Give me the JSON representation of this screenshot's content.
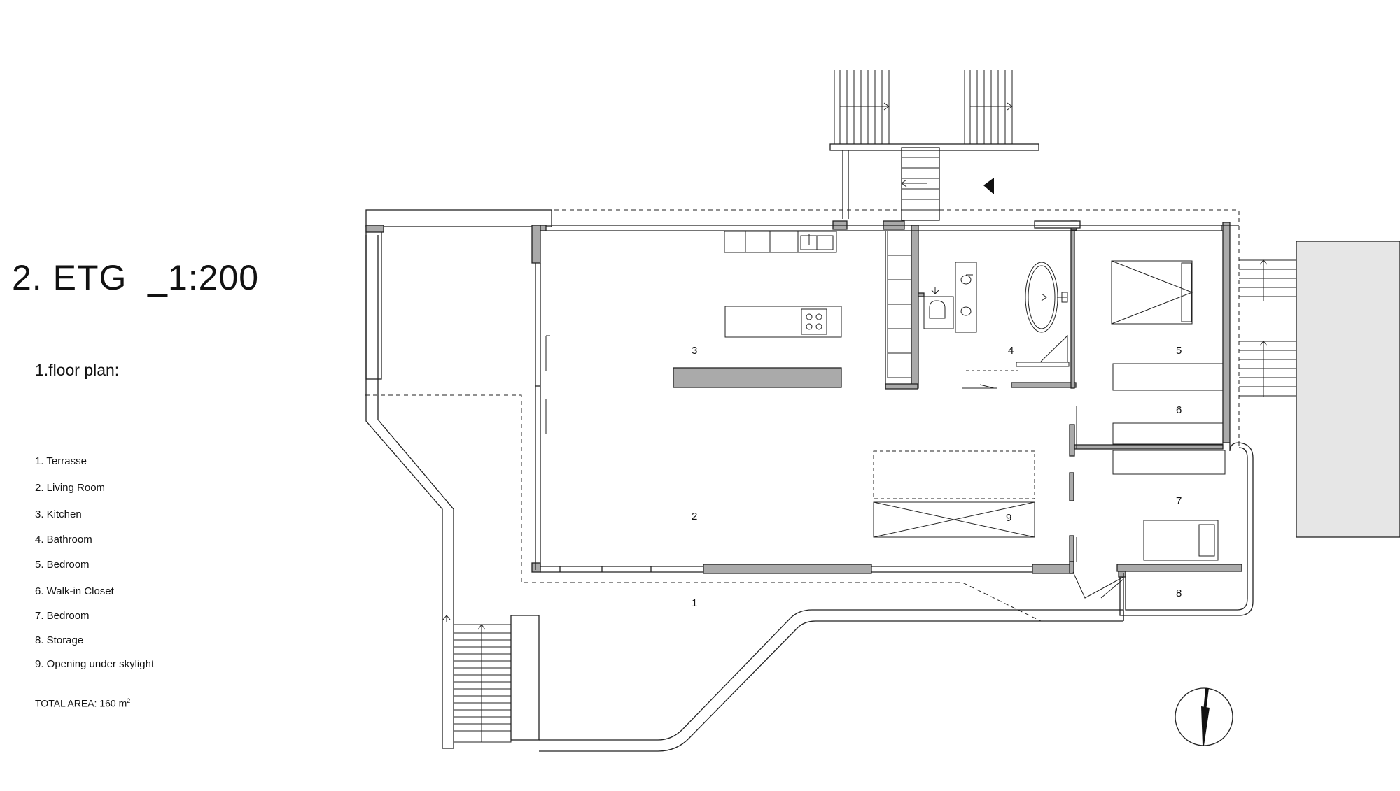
{
  "title": "2. ETG  _1:200",
  "subtitle": "1.floor plan:",
  "legend": [
    {
      "num": "1",
      "label": "1. Terrasse"
    },
    {
      "num": "2",
      "label": "2. Living Room"
    },
    {
      "num": "3",
      "label": "3. Kitchen"
    },
    {
      "num": "4",
      "label": "4. Bathroom"
    },
    {
      "num": "5",
      "label": "5. Bedroom"
    },
    {
      "num": "6",
      "label": "6. Walk-in Closet"
    },
    {
      "num": "7",
      "label": "7. Bedroom"
    },
    {
      "num": "8",
      "label": "8. Storage"
    },
    {
      "num": "9",
      "label": "9. Opening under skylight"
    }
  ],
  "total_area": {
    "text": "TOTAL AREA: 160 m",
    "superscript": "2"
  },
  "rooms": {
    "r1": "1",
    "r2": "2",
    "r3": "3",
    "r4": "4",
    "r5": "5",
    "r6": "6",
    "r7": "7",
    "r8": "8",
    "r9": "9"
  },
  "colors": {
    "line": "#222222",
    "wall_fill": "#aaaaaa",
    "neighbor_fill": "#e6e6e6"
  }
}
